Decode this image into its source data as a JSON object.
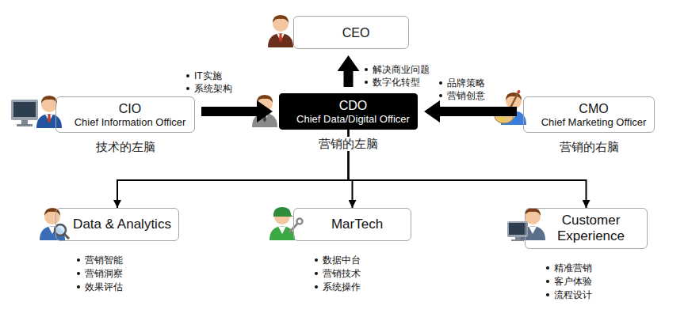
{
  "diagram": {
    "nodes": [
      {
        "text": [
          "CEO"
        ]
      },
      {
        "text": [
          "CIO",
          "Chief Information Officer",
          "技术的左脑"
        ]
      },
      {
        "text": [
          "CDO",
          "Chief Data/Digital Officer",
          "营销的左脑"
        ]
      },
      {
        "text": [
          "CMO",
          "Chief Marketing Officer",
          "营销的右脑"
        ]
      },
      {
        "text": [
          "Data & Analytics",
          "营销智能",
          "营销洞察",
          "效果评估"
        ]
      },
      {
        "text": [
          "MarTech",
          "数据中台",
          "营销技术",
          "系统操作"
        ]
      },
      {
        "text": [
          "Customer Experience",
          "精准营销",
          "客户体验",
          "流程设计"
        ]
      }
    ],
    "edges": [
      {
        "from": 2,
        "to": 0,
        "arrow": "to"
      },
      {
        "from": 1,
        "to": 2,
        "arrow": "to"
      },
      {
        "from": 3,
        "to": 2,
        "arrow": "to"
      },
      {
        "from": 2,
        "to": 4,
        "arrow": "to"
      },
      {
        "from": 2,
        "to": 5,
        "arrow": "to"
      },
      {
        "from": 2,
        "to": 6,
        "arrow": "to"
      }
    ],
    "labels": [
      "IT实施",
      "系统架构",
      "解决商业问题",
      "数字化转型",
      "品牌策略",
      "营销创意"
    ]
  }
}
